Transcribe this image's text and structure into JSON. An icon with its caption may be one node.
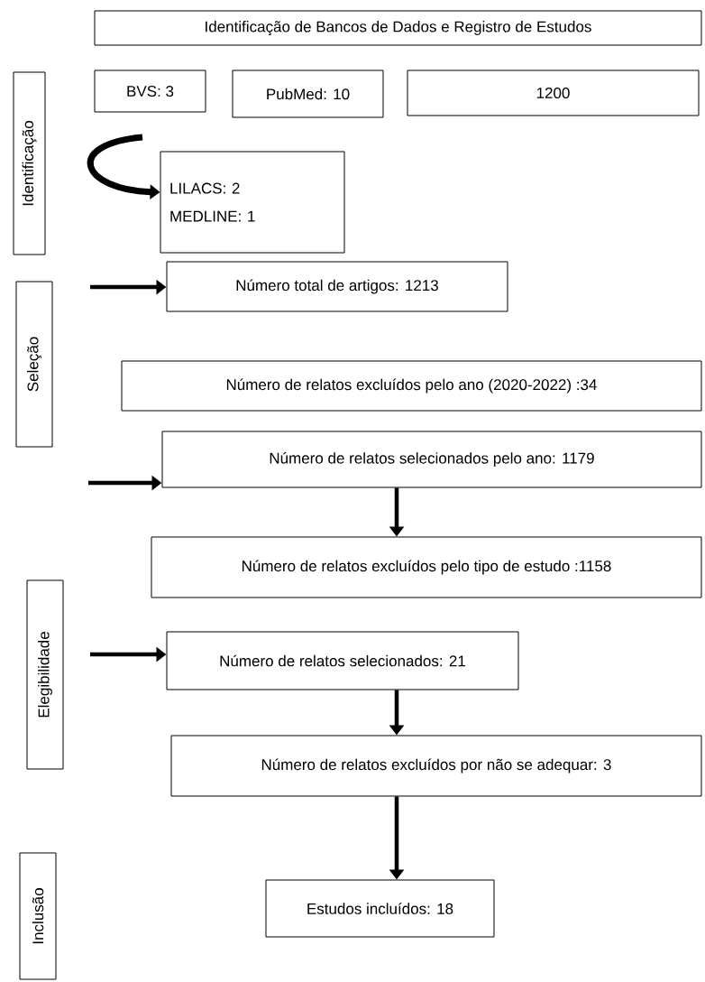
{
  "diagram": {
    "nodes": [
      {
        "text": [
          "Identificação de Bancos de Dados e Registro de Estudos"
        ]
      },
      {
        "text": [
          "Identificação"
        ]
      },
      {
        "text": [
          "BVS: 3"
        ]
      },
      {
        "text": [
          "PubMed: 10"
        ]
      },
      {
        "text": [
          "1200"
        ]
      },
      {
        "text": [
          "LILACS: 2",
          "MEDLINE: 1"
        ]
      },
      {
        "text": [
          "Seleção"
        ]
      },
      {
        "text": [
          "Número total de artigos: 1213"
        ]
      },
      {
        "text": [
          "Número de relatos excluídos pelo ano (2020-2022) :34"
        ]
      },
      {
        "text": [
          "Número de relatos selecionados pelo ano: 1179"
        ]
      },
      {
        "text": [
          "Número de relatos excluídos pelo tipo de estudo :1158"
        ]
      },
      {
        "text": [
          "Elegibilidade"
        ]
      },
      {
        "text": [
          "Número de relatos selecionados: 21"
        ]
      },
      {
        "text": [
          "Número de relatos excluídos por não se adequar: 3"
        ]
      },
      {
        "text": [
          "Inclusão"
        ]
      },
      {
        "text": [
          "Estudos incluídos: 18"
        ]
      }
    ],
    "edges": [
      {
        "from": null,
        "to": 5,
        "arrow": "to"
      },
      {
        "from": null,
        "to": 7,
        "arrow": "to"
      },
      {
        "from": null,
        "to": 9,
        "arrow": "to"
      },
      {
        "from": 9,
        "to": 10,
        "arrow": "to"
      },
      {
        "from": null,
        "to": 12,
        "arrow": "to"
      },
      {
        "from": 12,
        "to": 13,
        "arrow": "to"
      },
      {
        "from": 13,
        "to": 15,
        "arrow": "to"
      }
    ]
  }
}
